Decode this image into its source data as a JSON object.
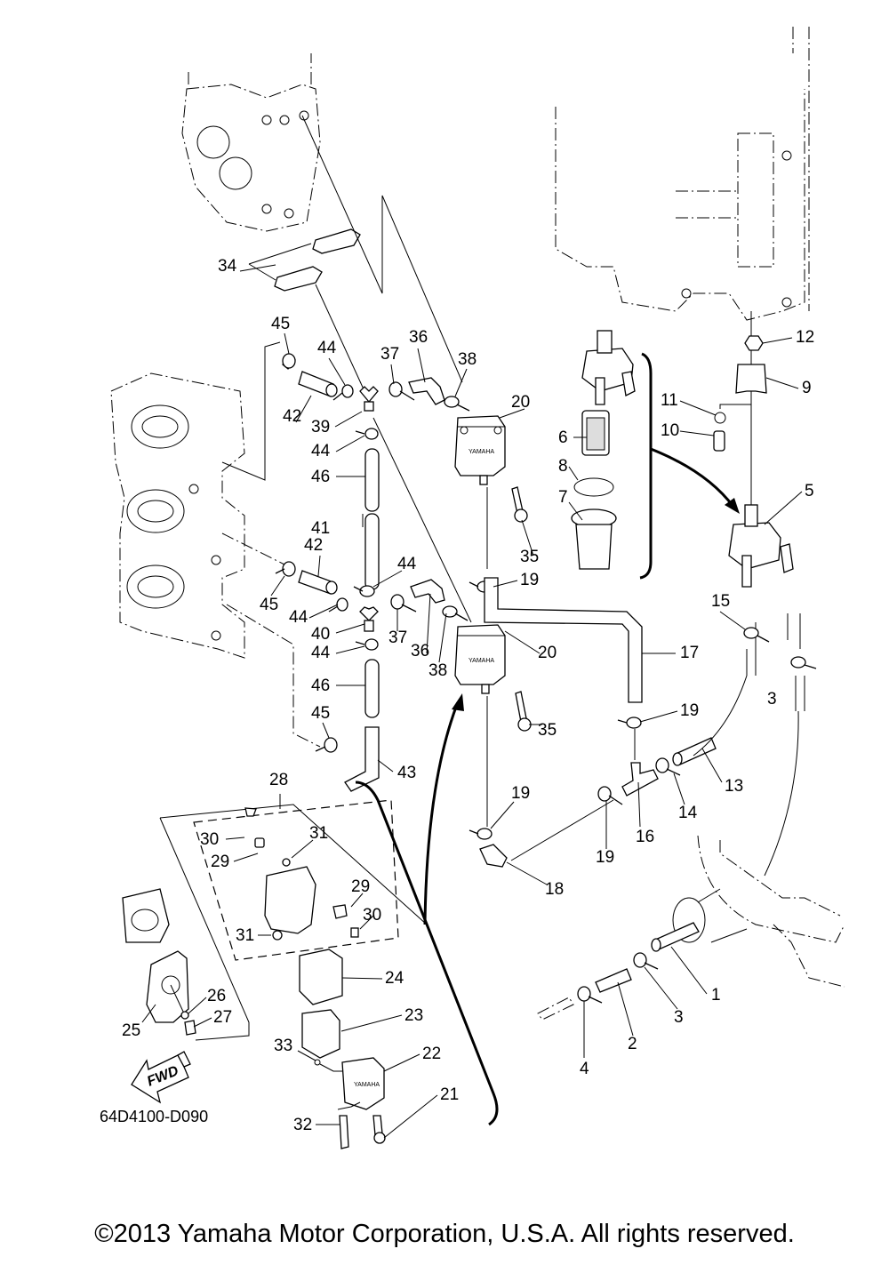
{
  "diagram": {
    "title": "Fuel Pump / Fuel Filter Assembly",
    "diagram_code": "64D4100-D090",
    "fwd_label": "FWD",
    "pump_brand_text": "YAMAHA",
    "copyright": "©2013 Yamaha Motor Corporation, U.S.A. All rights reserved."
  },
  "callouts": [
    {
      "id": "1",
      "label": "1"
    },
    {
      "id": "2",
      "label": "2"
    },
    {
      "id": "3a",
      "label": "3"
    },
    {
      "id": "3b",
      "label": "3"
    },
    {
      "id": "4",
      "label": "4"
    },
    {
      "id": "5",
      "label": "5"
    },
    {
      "id": "6",
      "label": "6"
    },
    {
      "id": "7",
      "label": "7"
    },
    {
      "id": "8",
      "label": "8"
    },
    {
      "id": "9",
      "label": "9"
    },
    {
      "id": "10",
      "label": "10"
    },
    {
      "id": "11",
      "label": "11"
    },
    {
      "id": "12",
      "label": "12"
    },
    {
      "id": "13",
      "label": "13"
    },
    {
      "id": "14",
      "label": "14"
    },
    {
      "id": "15",
      "label": "15"
    },
    {
      "id": "16",
      "label": "16"
    },
    {
      "id": "17",
      "label": "17"
    },
    {
      "id": "18",
      "label": "18"
    },
    {
      "id": "19a",
      "label": "19"
    },
    {
      "id": "19b",
      "label": "19"
    },
    {
      "id": "19c",
      "label": "19"
    },
    {
      "id": "19d",
      "label": "19"
    },
    {
      "id": "20a",
      "label": "20"
    },
    {
      "id": "20b",
      "label": "20"
    },
    {
      "id": "21",
      "label": "21"
    },
    {
      "id": "22",
      "label": "22"
    },
    {
      "id": "23",
      "label": "23"
    },
    {
      "id": "24",
      "label": "24"
    },
    {
      "id": "25",
      "label": "25"
    },
    {
      "id": "26",
      "label": "26"
    },
    {
      "id": "27",
      "label": "27"
    },
    {
      "id": "28",
      "label": "28"
    },
    {
      "id": "29a",
      "label": "29"
    },
    {
      "id": "29b",
      "label": "29"
    },
    {
      "id": "30a",
      "label": "30"
    },
    {
      "id": "30b",
      "label": "30"
    },
    {
      "id": "31a",
      "label": "31"
    },
    {
      "id": "31b",
      "label": "31"
    },
    {
      "id": "32",
      "label": "32"
    },
    {
      "id": "33",
      "label": "33"
    },
    {
      "id": "34",
      "label": "34"
    },
    {
      "id": "35a",
      "label": "35"
    },
    {
      "id": "35b",
      "label": "35"
    },
    {
      "id": "36a",
      "label": "36"
    },
    {
      "id": "36b",
      "label": "36"
    },
    {
      "id": "37a",
      "label": "37"
    },
    {
      "id": "37b",
      "label": "37"
    },
    {
      "id": "38a",
      "label": "38"
    },
    {
      "id": "38b",
      "label": "38"
    },
    {
      "id": "39",
      "label": "39"
    },
    {
      "id": "40",
      "label": "40"
    },
    {
      "id": "41",
      "label": "41"
    },
    {
      "id": "42a",
      "label": "42"
    },
    {
      "id": "42b",
      "label": "42"
    },
    {
      "id": "43",
      "label": "43"
    },
    {
      "id": "44a",
      "label": "44"
    },
    {
      "id": "44b",
      "label": "44"
    },
    {
      "id": "44c",
      "label": "44"
    },
    {
      "id": "44d",
      "label": "44"
    },
    {
      "id": "44e",
      "label": "44"
    },
    {
      "id": "45a",
      "label": "45"
    },
    {
      "id": "45b",
      "label": "45"
    },
    {
      "id": "45c",
      "label": "45"
    },
    {
      "id": "46a",
      "label": "46"
    },
    {
      "id": "46b",
      "label": "46"
    }
  ]
}
